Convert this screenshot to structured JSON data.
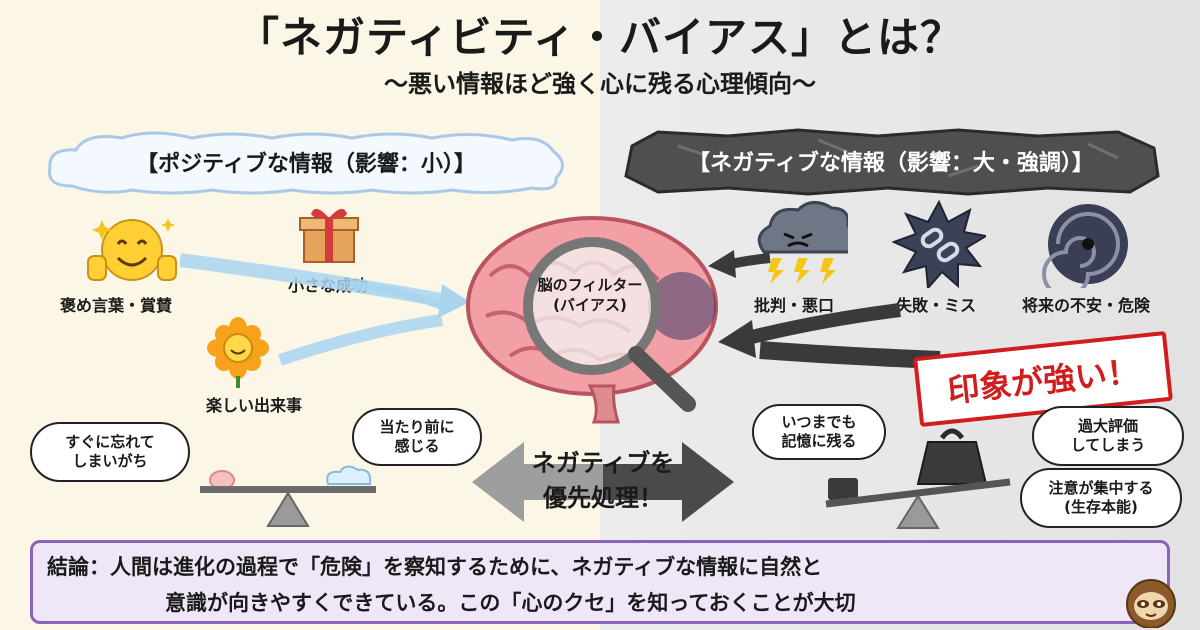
{
  "title": "「ネガティビティ・バイアス」とは？",
  "subtitle": "〜悪い情報ほど強く心に残る心理傾向〜",
  "positive": {
    "banner": "【ポジティブな情報（影響：小）】",
    "items": [
      "褒め言葉・賞賛",
      "小さな成功",
      "楽しい出来事"
    ],
    "bubble_forget": "すぐに忘れて\nしまいがち",
    "bubble_normal": "当たり前に\n感じる"
  },
  "negative": {
    "banner": "【ネガティブな情報（影響：大・強調）】",
    "items": [
      "批判・悪口",
      "失敗・ミス",
      "将来の不安・危険"
    ],
    "stamp": "印象が強い！",
    "bubble_memory": "いつまでも\n記憶に残る",
    "bubble_over": "過大評価\nしてしまう",
    "bubble_focus": "注意が集中する\n(生存本能)"
  },
  "brain": {
    "filter_label": "脳のフィルター\n(バイアス)"
  },
  "center": {
    "line1": "ネガティブを",
    "line2": "優先処理！"
  },
  "conclusion": {
    "line1": "結論：人間は進化の過程で「危険」を察知するために、ネガティブな情報に自然と",
    "line2": "意識が向きやすくできている。この「心のクセ」を知っておくことが大切"
  },
  "colors": {
    "left_bg": "#fbf6e6",
    "right_bg": "#e6e6e6",
    "accent_red": "#d11d1d",
    "conclusion_border": "#8a62b8",
    "conclusion_bg": "#efe6f7"
  }
}
